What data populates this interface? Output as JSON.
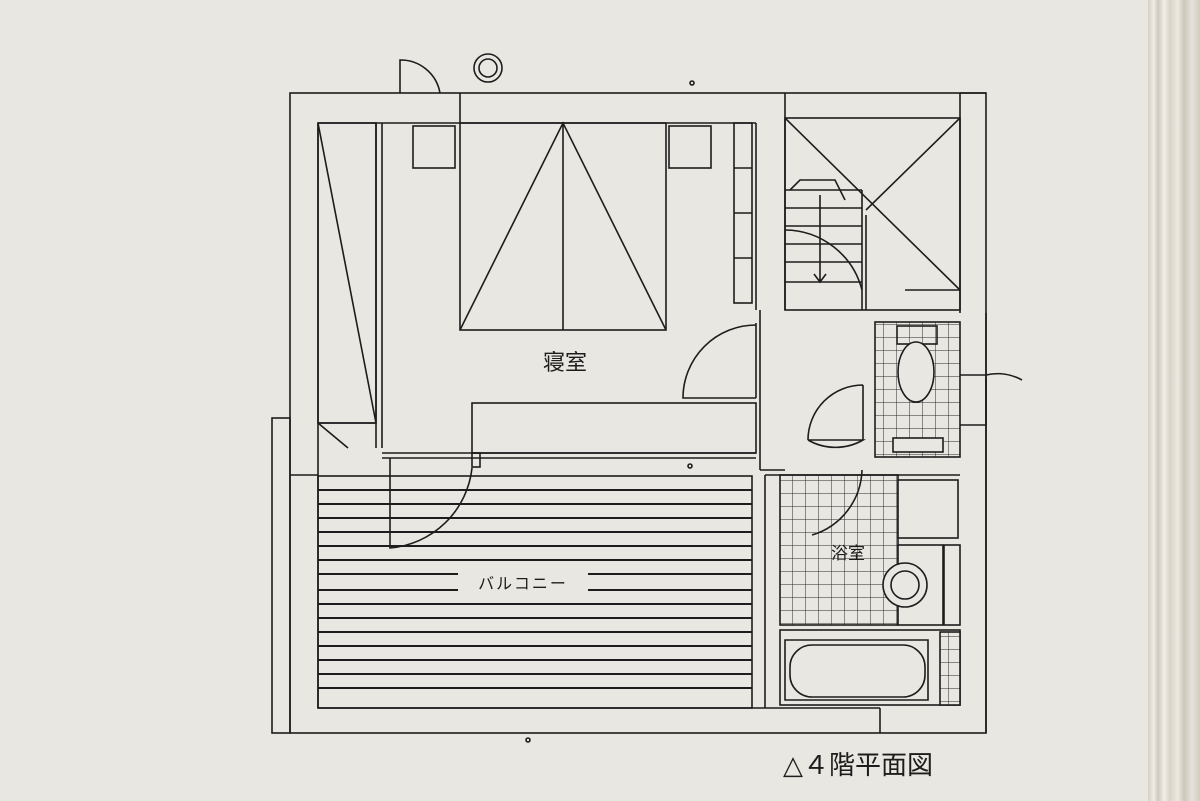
{
  "plan": {
    "rooms": {
      "bedroom": "寝室",
      "bathroom": "浴室",
      "balcony": "バルコニー"
    },
    "caption": "△４階平面図"
  },
  "colors": {
    "paper": "#e9e7e1",
    "ink": "#1d1d1d"
  }
}
